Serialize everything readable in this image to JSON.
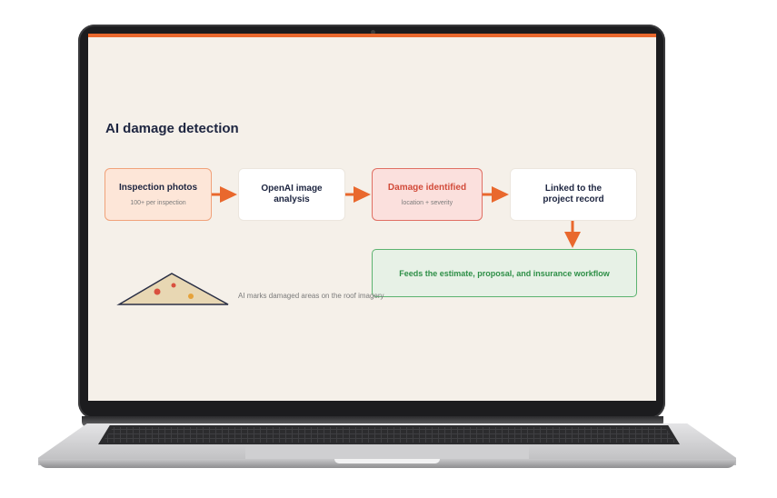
{
  "slide": {
    "title": "AI damage detection",
    "steps": [
      {
        "label": "Inspection photos",
        "sub": "100+ per inspection"
      },
      {
        "label": "OpenAI image analysis",
        "sub": ""
      },
      {
        "label": "Damage identified",
        "sub": "location + severity"
      },
      {
        "label": "Linked to the project record",
        "sub": ""
      }
    ],
    "outcome": "Feeds the estimate, proposal, and insurance workflow",
    "caption": "AI marks damaged areas on the roof imagery"
  },
  "colors": {
    "accent_orange": "#e9682d",
    "damage_red": "#d24b3a",
    "success_green": "#2e8f47",
    "title_navy": "#1d2540",
    "screen_bg": "#f5f0e9"
  }
}
